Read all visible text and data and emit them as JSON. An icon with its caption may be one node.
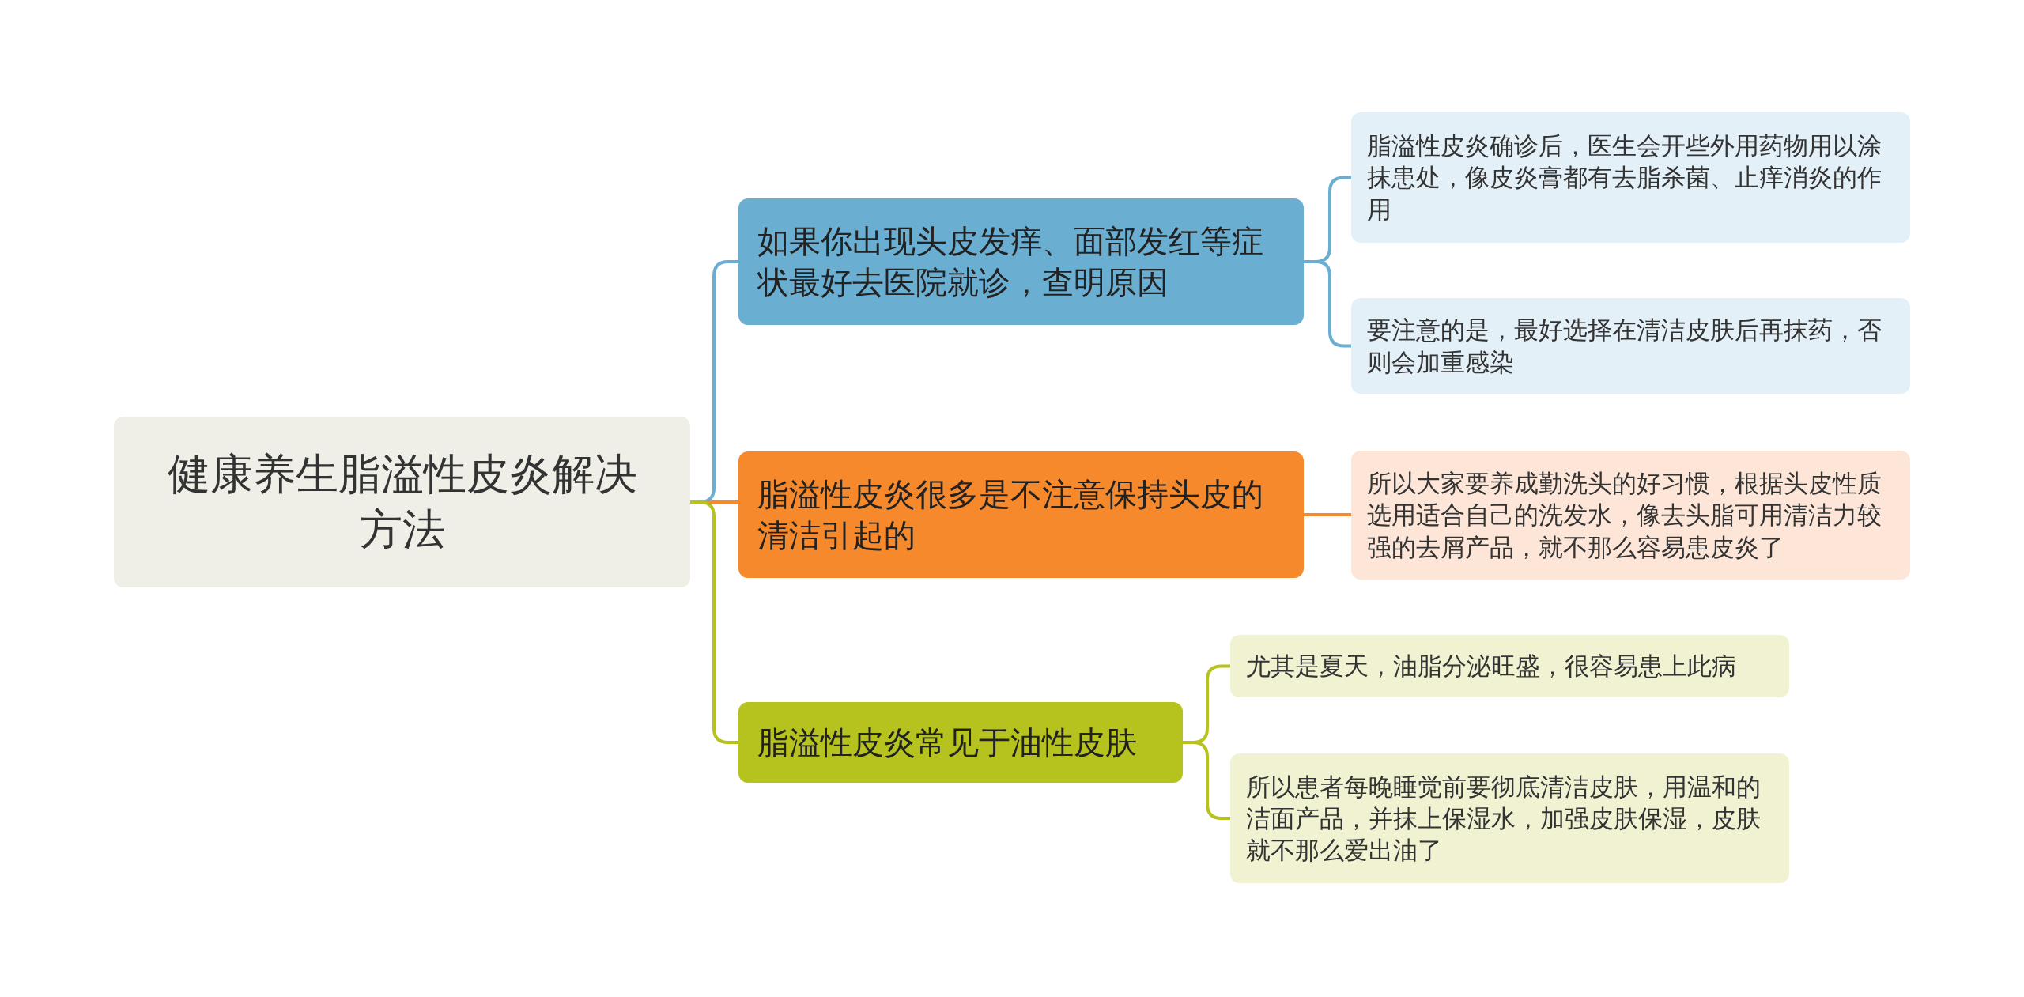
{
  "diagram": {
    "nodes": [
      {
        "text": [
          "健康养生脂溢性皮炎解决方法"
        ]
      },
      {
        "text": [
          "如果你出现头皮发痒、面部发红等症状最好去医院就诊，查明原因"
        ]
      },
      {
        "text": [
          "脂溢性皮炎很多是不注意保持头皮的清洁引起的"
        ]
      },
      {
        "text": [
          "脂溢性皮炎常见于油性皮肤"
        ]
      },
      {
        "text": [
          "脂溢性皮炎确诊后，医生会开些外用药物用以涂抹患处，像皮炎膏都有去脂杀菌、止痒消炎的作用"
        ]
      },
      {
        "text": [
          "要注意的是，最好选择在清洁皮肤后再抹药，否则会加重感染"
        ]
      },
      {
        "text": [
          "所以大家要养成勤洗头的好习惯，根据头皮性质选用适合自己的洗发水，像去头脂可用清洁力较强的去屑产品，就不那么容易患皮炎了"
        ]
      },
      {
        "text": [
          "尤其是夏天，油脂分泌旺盛，很容易患上此病"
        ]
      },
      {
        "text": [
          "所以患者每晚睡觉前要彻底清洁皮肤，用温和的洁面产品，并抹上保湿水，加强皮肤保湿，皮肤就不那么爱出油了"
        ]
      }
    ],
    "edges": [
      {
        "from": 0,
        "to": 1,
        "arrow": "none",
        "color": "#6aaed2"
      },
      {
        "from": 0,
        "to": 2,
        "arrow": "none",
        "color": "#f5892c"
      },
      {
        "from": 0,
        "to": 3,
        "arrow": "none",
        "color": "#b6c21e"
      },
      {
        "from": 1,
        "to": 4,
        "arrow": "none",
        "color": "#6aaed2"
      },
      {
        "from": 1,
        "to": 5,
        "arrow": "none",
        "color": "#6aaed2"
      },
      {
        "from": 2,
        "to": 6,
        "arrow": "none",
        "color": "#f5892c"
      },
      {
        "from": 3,
        "to": 7,
        "arrow": "none",
        "color": "#b6c21e"
      },
      {
        "from": 3,
        "to": 8,
        "arrow": "none",
        "color": "#b6c21e"
      }
    ]
  }
}
